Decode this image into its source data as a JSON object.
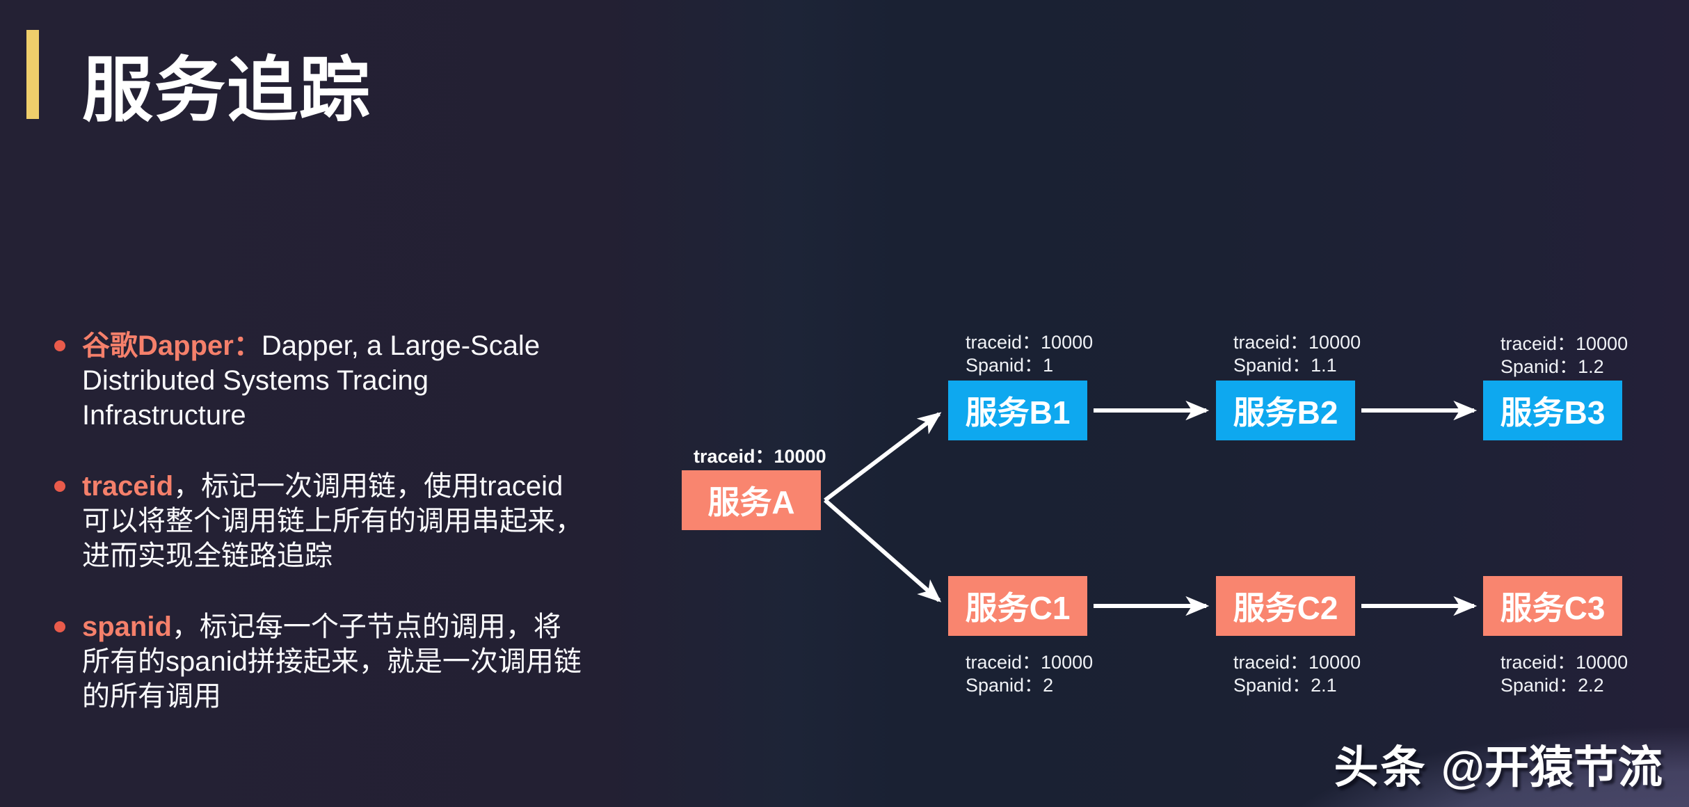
{
  "slide": {
    "title": "服务追踪",
    "accent_color": "#EFCE6B",
    "background_color": "#1E2134",
    "watermark": {
      "brand": "头条",
      "handle": "@开猿节流"
    }
  },
  "bullets": [
    {
      "keyword": "谷歌Dapper：",
      "text": "Dapper, a Large-Scale\nDistributed Systems Tracing\nInfrastructure"
    },
    {
      "keyword": "traceid",
      "text": "，标记一次调用链，使用traceid\n可以将整个调用链上所有的调用串起来，\n进而实现全链路追踪"
    },
    {
      "keyword": "spanid",
      "text": "，标记每一个子节点的调用，将\n所有的spanid拼接起来，就是一次调用链\n的所有调用"
    }
  ],
  "diagram": {
    "trace_id": "10000",
    "colors": {
      "salmon_node": "#F9856F",
      "blue_node": "#0EA8EF",
      "arrow": "#FFFFFF",
      "keyword": "#F5806B"
    },
    "nodes": {
      "a": {
        "label": "服务A",
        "trace": "traceid：10000"
      },
      "b1": {
        "label": "服务B1",
        "trace": "traceid：10000",
        "span": "Spanid：1"
      },
      "b2": {
        "label": "服务B2",
        "trace": "traceid：10000",
        "span": "Spanid：1.1"
      },
      "b3": {
        "label": "服务B3",
        "trace": "traceid：10000",
        "span": "Spanid：1.2"
      },
      "c1": {
        "label": "服务C1",
        "trace": "traceid：10000",
        "span": "Spanid：2"
      },
      "c2": {
        "label": "服务C2",
        "trace": "traceid：10000",
        "span": "Spanid：2.1"
      },
      "c3": {
        "label": "服务C3",
        "trace": "traceid：10000",
        "span": "Spanid：2.2"
      }
    },
    "edges": [
      {
        "from": "服务A",
        "to": "服务B1"
      },
      {
        "from": "服务B1",
        "to": "服务B2"
      },
      {
        "from": "服务B2",
        "to": "服务B3"
      },
      {
        "from": "服务A",
        "to": "服务C1"
      },
      {
        "from": "服务C1",
        "to": "服务C2"
      },
      {
        "from": "服务C2",
        "to": "服务C3"
      }
    ]
  }
}
